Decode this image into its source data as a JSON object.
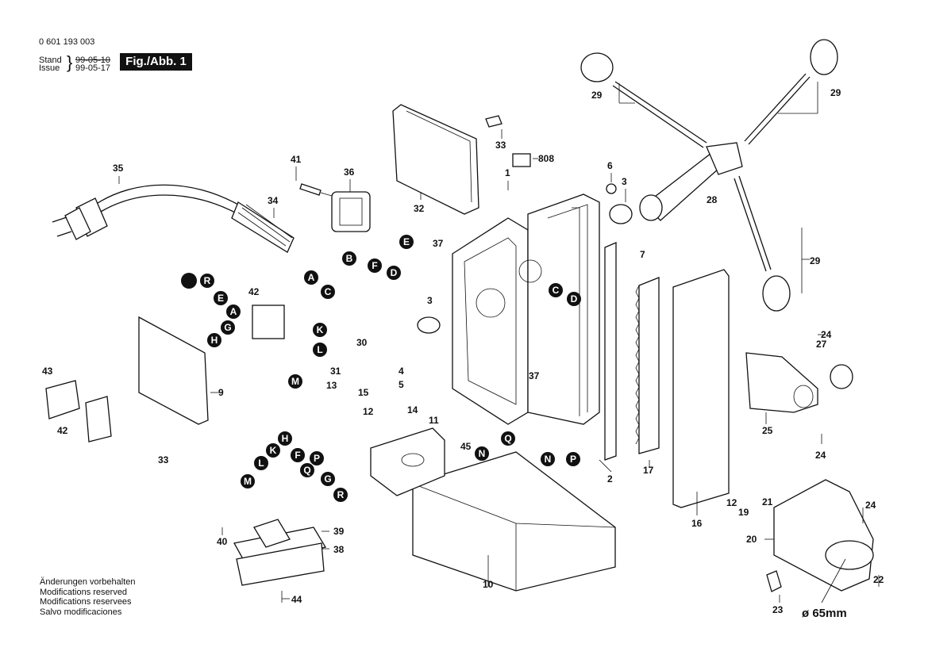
{
  "header": {
    "part_number": "0 601 193 003",
    "stand_label": "Stand",
    "issue_label": "Issue",
    "stand_date": "99-05-10",
    "issue_date": "99-05-17",
    "figure_label": "Fig./Abb. 1"
  },
  "footer_notes": [
    "Änderungen vorbehalten",
    "Modifications reserved",
    "Modifications reservees",
    "Salvo modificaciones"
  ],
  "dimension_label": "ø 65mm",
  "part_labels": {
    "p35": "35",
    "p34": "34",
    "p41": "41",
    "p36": "36",
    "p32": "32",
    "p33a": "33",
    "p808": "808",
    "p1": "1",
    "p6": "6",
    "p3a": "3",
    "p7": "7",
    "p28": "28",
    "p29a": "29",
    "p29b": "29",
    "p29c": "29",
    "p37a": "37",
    "p42a": "42",
    "p3b": "3",
    "p30": "30",
    "p31": "31",
    "p4": "4",
    "p5": "5",
    "p15": "15",
    "p14": "14",
    "p13": "13",
    "p12a": "12",
    "p11": "11",
    "p45": "45",
    "p37b": "37",
    "p9": "9",
    "p43": "43",
    "p42b": "42",
    "p33b": "33",
    "p40": "40",
    "p39": "39",
    "p38": "38",
    "p44": "44",
    "p10": "10",
    "p2": "2",
    "p17": "17",
    "p16": "16",
    "p24a": "24",
    "p27": "27",
    "p25": "25",
    "p24b": "24",
    "p12b": "12",
    "p19": "19",
    "p21": "21",
    "p24c": "24",
    "p20": "20",
    "p22": "22",
    "p23": "23"
  },
  "wire_markers": {
    "cable_A": "A",
    "cable_B": "B",
    "cable_C": "C",
    "socket_E": "E",
    "socket_F": "F",
    "socket_D": "D",
    "panel_blank": "",
    "panel_R": "R",
    "panel_E": "E",
    "panel_A": "A",
    "panel_G": "G",
    "panel_H": "H",
    "switch_K": "K",
    "switch_L": "L",
    "switch_M": "M",
    "body_C": "C",
    "body_D": "D",
    "pcb_M": "M",
    "pcb_L": "L",
    "pcb_K": "K",
    "pcb_H": "H",
    "pcb_F": "F",
    "pcb_P": "P",
    "pcb_Q": "Q",
    "pcb_G": "G",
    "pcb_R": "R",
    "magnet_N1": "N",
    "magnet_Q": "Q",
    "magnet_N2": "N",
    "magnet_P": "P"
  }
}
